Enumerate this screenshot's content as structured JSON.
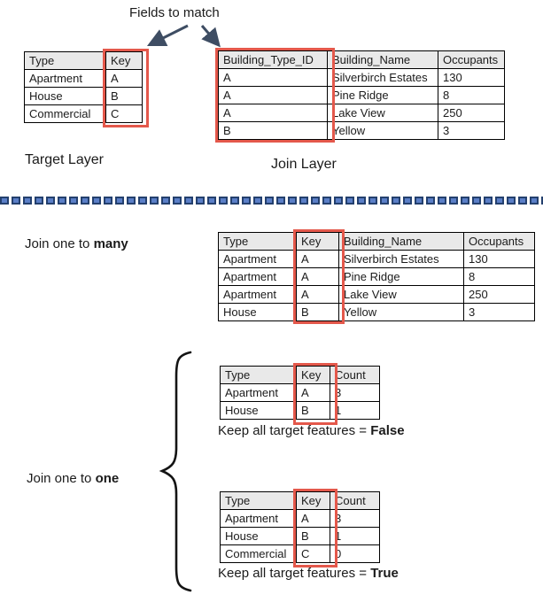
{
  "title": "Fields to match",
  "colors": {
    "highlight_red": "#e4584b",
    "divider_dark_blue": "#24406e",
    "divider_light_blue": "#5b7fc7",
    "arrow_navy": "#3e4d63",
    "table_header_bg": "#e9e9e9"
  },
  "labels": {
    "fields_to_match": "Fields to match",
    "target_layer": "Target Layer",
    "join_layer": "Join Layer",
    "join_many_prefix": "Join one to ",
    "join_many_bold": "many",
    "join_one_prefix": "Join one to ",
    "join_one_bold": "one",
    "keep_false_prefix": "Keep all target features = ",
    "keep_false_bold": "False",
    "keep_true_prefix": "Keep all target features = ",
    "keep_true_bold": "True"
  },
  "icons": {
    "arrow_left": "arrow-down-left",
    "arrow_right": "arrow-down-right",
    "brace": "left-curly-brace"
  },
  "tables": {
    "target": {
      "headers": [
        "Type",
        "Key"
      ],
      "rows": [
        [
          "Apartment",
          "A"
        ],
        [
          "House",
          "B"
        ],
        [
          "Commercial",
          "C"
        ]
      ]
    },
    "join": {
      "headers": [
        "Building_Type_ID",
        "Building_Name",
        "Occupants"
      ],
      "rows": [
        [
          "A",
          "Silverbirch Estates",
          "130"
        ],
        [
          "A",
          "Pine Ridge",
          "8"
        ],
        [
          "A",
          "Lake View",
          "250"
        ],
        [
          "B",
          "Yellow",
          "3"
        ]
      ]
    },
    "one_to_many": {
      "headers": [
        "Type",
        "Key",
        "Building_Name",
        "Occupants"
      ],
      "rows": [
        [
          "Apartment",
          "A",
          "Silverbirch Estates",
          "130"
        ],
        [
          "Apartment",
          "A",
          "Pine Ridge",
          "8"
        ],
        [
          "Apartment",
          "A",
          "Lake View",
          "250"
        ],
        [
          "House",
          "B",
          "Yellow",
          "3"
        ]
      ]
    },
    "one_to_one_false": {
      "headers": [
        "Type",
        "Key",
        "Count"
      ],
      "rows": [
        [
          "Apartment",
          "A",
          "3"
        ],
        [
          "House",
          "B",
          "1"
        ]
      ]
    },
    "one_to_one_true": {
      "headers": [
        "Type",
        "Key",
        "Count"
      ],
      "rows": [
        [
          "Apartment",
          "A",
          "3"
        ],
        [
          "House",
          "B",
          "1"
        ],
        [
          "Commercial",
          "C",
          "0"
        ]
      ]
    }
  }
}
